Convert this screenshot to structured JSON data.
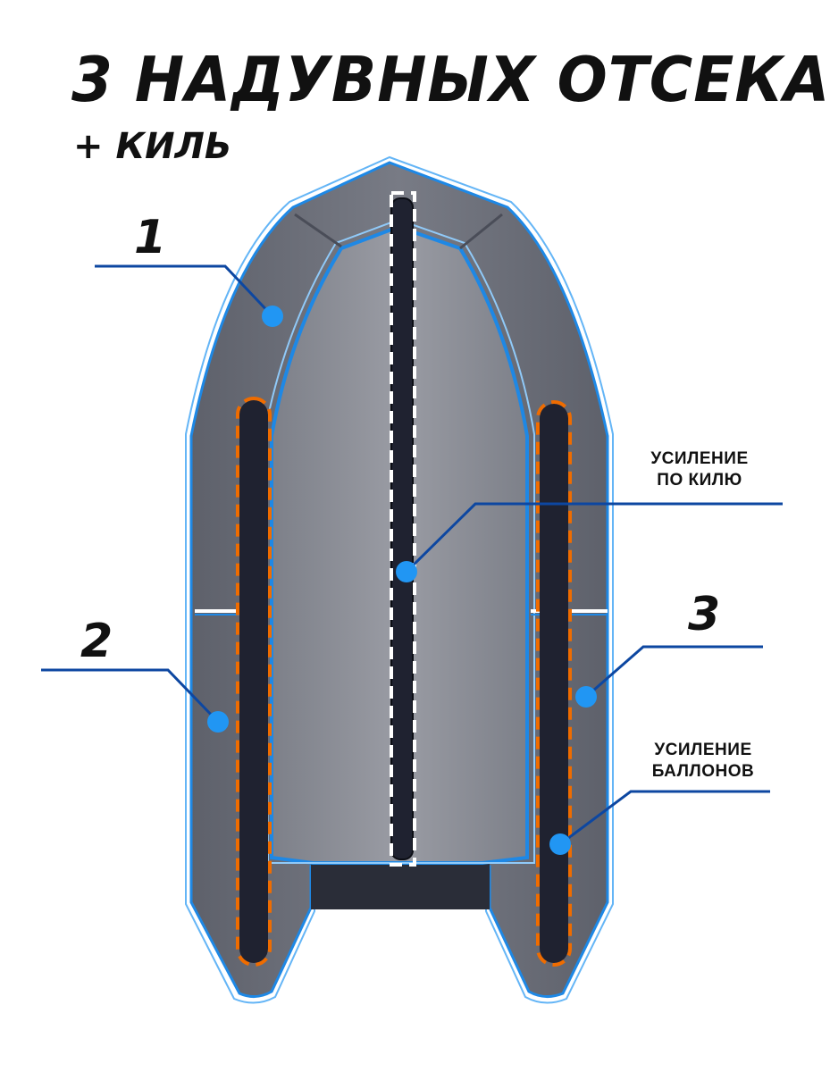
{
  "header": {
    "title": "3 НАДУВНЫХ ОТСЕКА",
    "subtitle": "+ КИЛЬ"
  },
  "compartments": [
    {
      "number": "1"
    },
    {
      "number": "2"
    },
    {
      "number": "3"
    }
  ],
  "callouts": {
    "keel": {
      "line1": "УСИЛЕНИЕ",
      "line2": "ПО КИЛЮ"
    },
    "tubes": {
      "line1": "УСИЛЕНИЕ",
      "line2": "БАЛЛОНОВ"
    }
  },
  "colors": {
    "outline_blue": "#1e88e5",
    "leader_blue": "#0d47a1",
    "marker_blue": "#2196f3",
    "reinforcement_orange": "#ef6c00",
    "hull_gray": "#6b6e78",
    "floor_gray": "#8a8c94",
    "keel_dark": "#1f2230"
  }
}
